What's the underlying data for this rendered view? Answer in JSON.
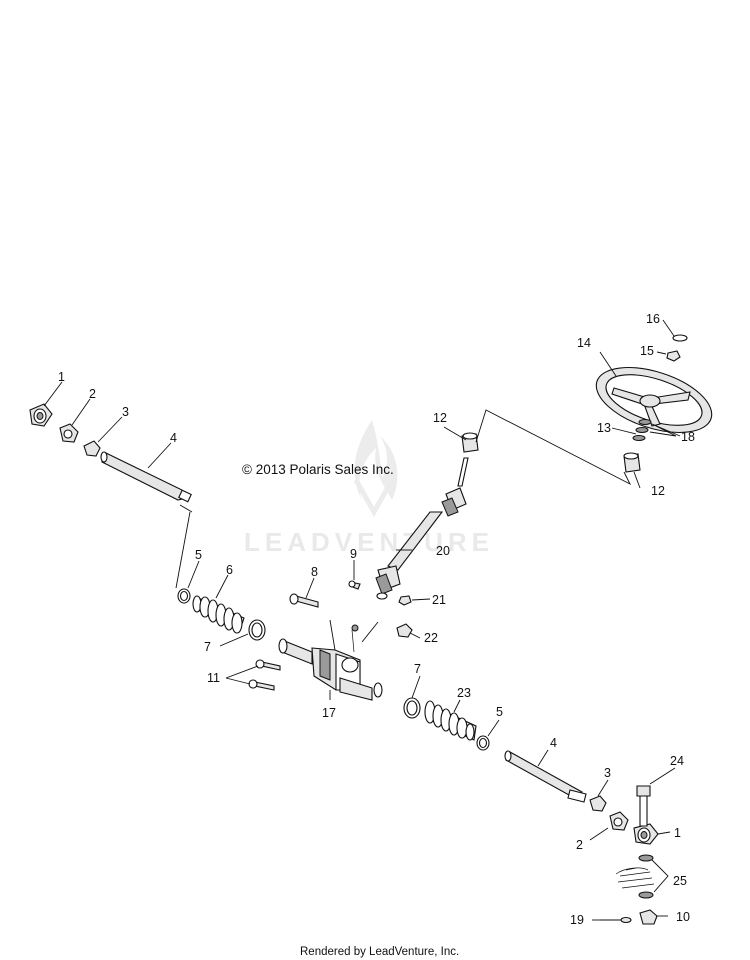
{
  "copyright": "© 2013 Polaris Sales Inc.",
  "watermark": "LEADVENTURE",
  "footer": "Rendered by LeadVenture, Inc.",
  "callouts": {
    "c1_left": "1",
    "c2_left": "2",
    "c3_left": "3",
    "c4_left": "4",
    "c5_left": "5",
    "c6": "6",
    "c7_left": "7",
    "c8": "8",
    "c9": "9",
    "c11": "11",
    "c12_top": "12",
    "c12_bottom": "12",
    "c13": "13",
    "c14": "14",
    "c15": "15",
    "c16": "16",
    "c17": "17",
    "c18": "18",
    "c20": "20",
    "c21": "21",
    "c22": "22",
    "c23": "23",
    "c7_right": "7",
    "c5_right": "5",
    "c4_right": "4",
    "c3_right": "3",
    "c24": "24",
    "c1_right": "1",
    "c2_right": "2",
    "c25": "25",
    "c19": "19",
    "c10": "10"
  }
}
